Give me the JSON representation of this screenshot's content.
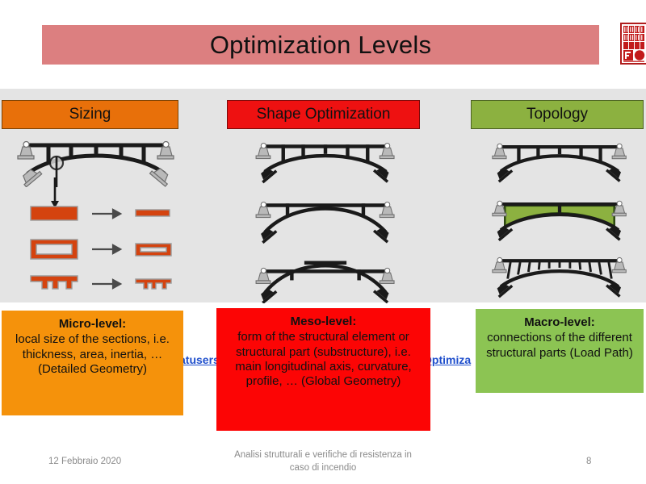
{
  "slide": {
    "title": "Optimization Levels",
    "logo_name": "fbo-seal-logo"
  },
  "columns": [
    {
      "header": "Sizing",
      "header_color": "#E8700A",
      "level_title": "Micro-level:",
      "level_body": "local size of the sections, i.e. thickness, area, inertia, … (Detailed Geometry)",
      "level_color": "#F5920B"
    },
    {
      "header": "Shape Optimization",
      "header_color": "#EE1111",
      "level_title": "Meso-level:",
      "level_body": "form of the structural element or structural part (substructure), i.e. main longitudinal axis, curvature, profile, … (Global Geometry)",
      "level_color": "#FC0505"
    },
    {
      "header": "Topology",
      "header_color": "#8CB140",
      "level_title": "Macro-level:",
      "level_body": "connections of the different structural parts (Load Path)",
      "level_color": "#8CC453"
    }
  ],
  "hyperlinks": {
    "left_fragment": "atusers",
    "right_fragment": "Optimiza"
  },
  "diagrams": {
    "sizing_bridge": "truss-arch-bridge-with-load-arrow",
    "section_solid": "solid-rectangular-section-reduction",
    "section_hollow": "hollow-box-section-reduction",
    "section_ribbed": "ribbed-plate-section-reduction",
    "shape_bridge_1": "arch-bridge-shallow",
    "shape_bridge_2": "arch-bridge-raised",
    "shape_bridge_3": "arch-bridge-tied",
    "topology_bridge_1": "arch-bridge-open-spandrel",
    "topology_bridge_2": "arch-bridge-solid-spandrel-green",
    "topology_bridge_3": "arch-bridge-many-hangers"
  },
  "footer": {
    "date": "12 Febbraio 2020",
    "subject_line1": "Analisi strutturali e verifiche di resistenza in",
    "subject_line2": "caso di incendio",
    "page": "8"
  }
}
